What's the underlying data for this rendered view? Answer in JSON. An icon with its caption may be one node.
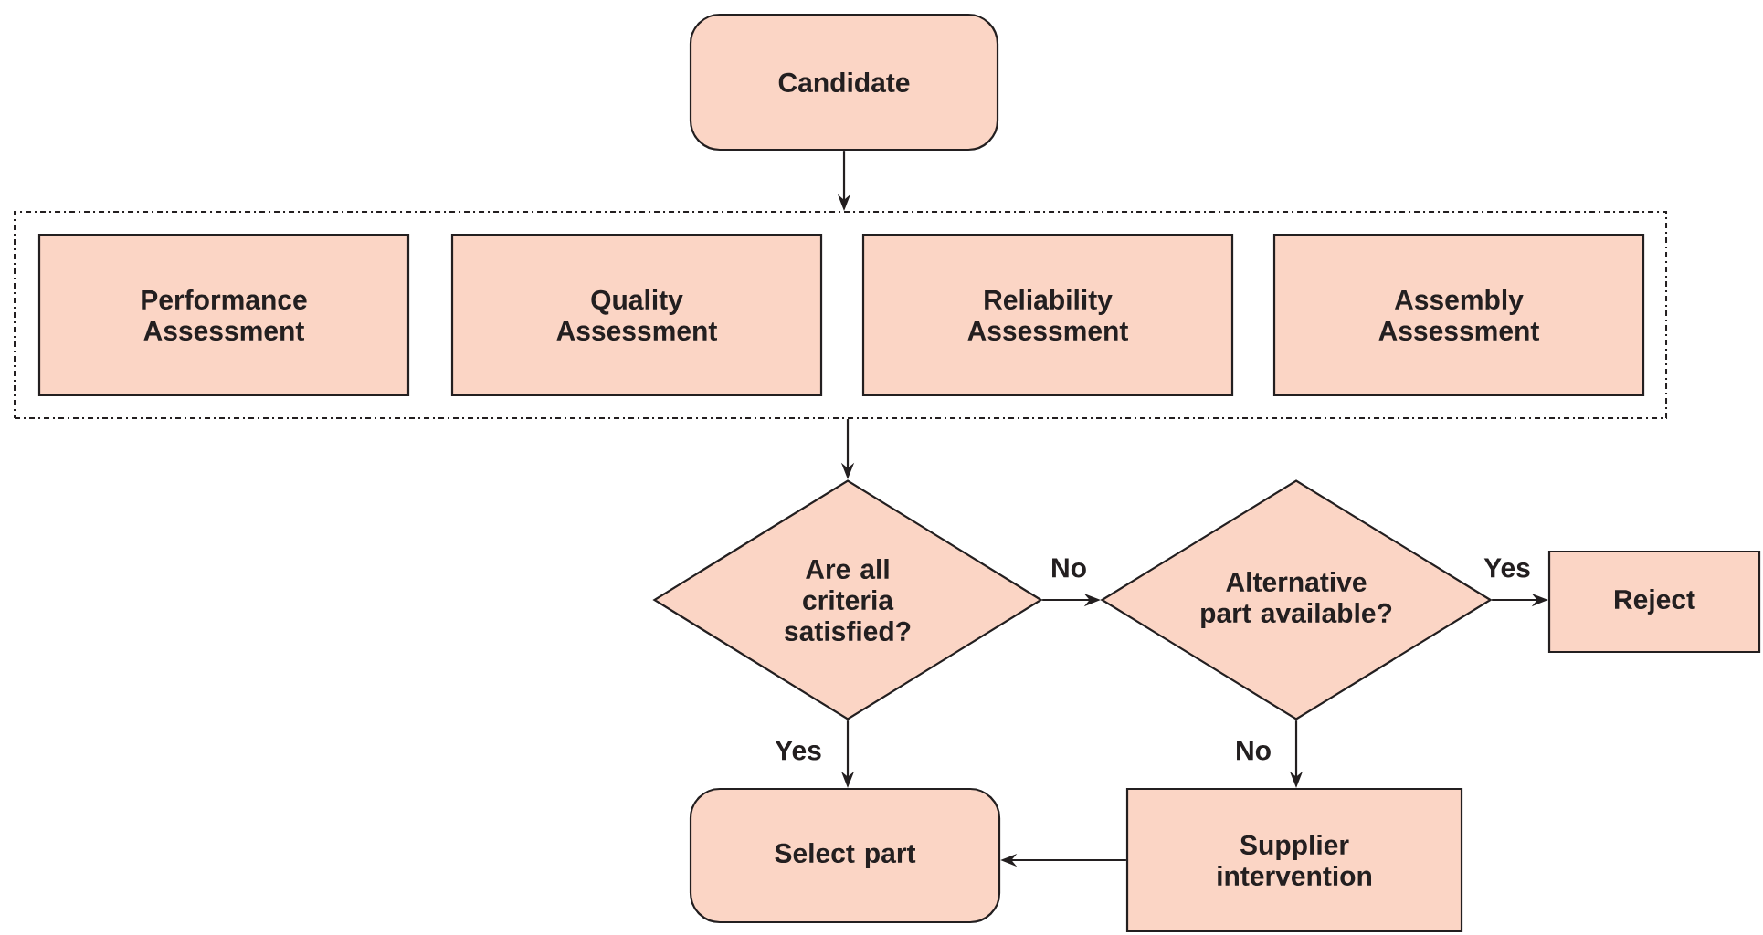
{
  "diagram": {
    "nodes": [
      {
        "text": [
          "Candidate"
        ]
      },
      {
        "text": [],
        "shape": "box"
      },
      {
        "text": [
          "Performance Assessment"
        ],
        "in": 1
      },
      {
        "text": [
          "Quality Assessment"
        ],
        "in": 1
      },
      {
        "text": [
          "Reliability Assessment"
        ],
        "in": 1
      },
      {
        "text": [
          "Assembly Assessment"
        ],
        "in": 1
      },
      {
        "text": [
          "Are all criteria satisfied?"
        ]
      },
      {
        "text": [
          "Alternative part available?"
        ]
      },
      {
        "text": [
          "Reject"
        ]
      },
      {
        "text": [
          "Select part"
        ]
      },
      {
        "text": [
          "Supplier intervention"
        ]
      }
    ],
    "edges": [
      {
        "from": 0,
        "to": 1,
        "arrow": "to"
      },
      {
        "from": 1,
        "to": 6,
        "arrow": "to"
      },
      {
        "from": 6,
        "to": 7,
        "arrow": "to",
        "label": "No"
      },
      {
        "from": 7,
        "to": 8,
        "arrow": "to",
        "label": "Yes"
      },
      {
        "from": 6,
        "to": 9,
        "arrow": "to",
        "label": "Yes"
      },
      {
        "from": 7,
        "to": 10,
        "arrow": "to",
        "label": "No"
      },
      {
        "from": 10,
        "to": 9,
        "arrow": "to"
      }
    ]
  }
}
